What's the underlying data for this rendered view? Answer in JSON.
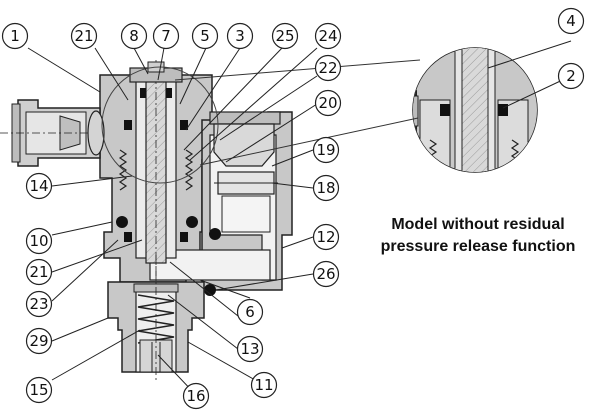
{
  "callouts": {
    "c1": "1",
    "c2": "2",
    "c3": "3",
    "c4": "4",
    "c5": "5",
    "c6": "6",
    "c7": "7",
    "c8": "8",
    "c10": "10",
    "c11": "11",
    "c12": "12",
    "c13": "13",
    "c14": "14",
    "c15": "15",
    "c16": "16",
    "c18": "18",
    "c19": "19",
    "c20": "20",
    "c21a": "21",
    "c21b": "21",
    "c22": "22",
    "c23": "23",
    "c24": "24",
    "c25": "25",
    "c26": "26",
    "c29": "29"
  },
  "caption": {
    "line1": "Model without residual",
    "line2": "pressure release function"
  }
}
